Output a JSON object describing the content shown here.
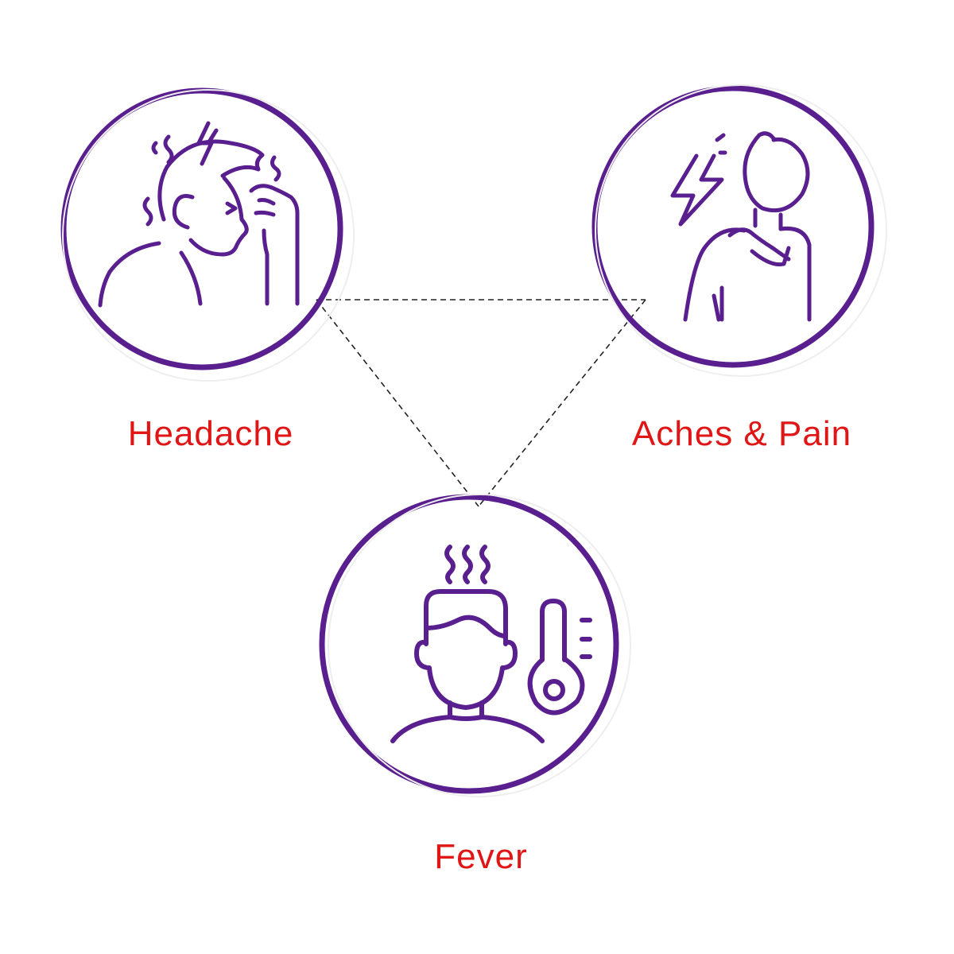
{
  "colors": {
    "ring": "#5a1f8f",
    "icon_stroke": "#5a1f8f",
    "label": "#e01616",
    "connector": "#222222",
    "background": "#ffffff"
  },
  "nodes": [
    {
      "id": "headache",
      "label": "Headache",
      "icon": "headache-person-icon"
    },
    {
      "id": "aches",
      "label": "Aches & Pain",
      "icon": "shoulder-pain-person-icon"
    },
    {
      "id": "fever",
      "label": "Fever",
      "icon": "fever-person-thermometer-icon"
    }
  ],
  "connectors": [
    {
      "from": "headache",
      "to": "aches",
      "style": "dashed"
    },
    {
      "from": "headache",
      "to": "fever",
      "style": "dashed"
    },
    {
      "from": "aches",
      "to": "fever",
      "style": "dashed"
    }
  ]
}
